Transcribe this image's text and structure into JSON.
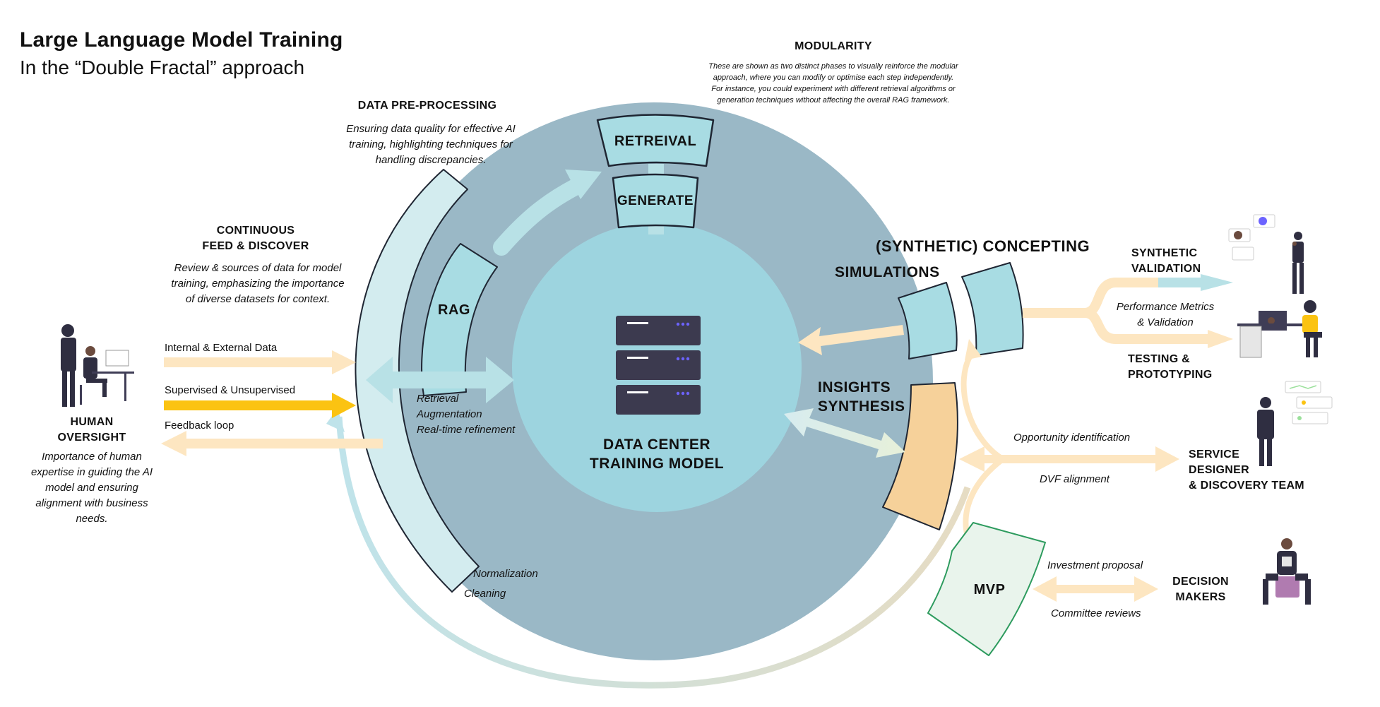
{
  "header": {
    "title": "Large Language Model Training",
    "subtitle": "In the “Double Fractal” approach"
  },
  "modularity": {
    "heading": "MODULARITY",
    "text_lines": [
      "These are shown as two distinct phases to visually reinforce the modular",
      "approach, where you can modify or optimise each step independently.",
      "For instance, you could experiment with different retrieval algorithms or",
      "generation techniques without affecting the overall RAG framework."
    ]
  },
  "preprocessing": {
    "heading": "DATA PRE-PROCESSING",
    "text_lines": [
      "Ensuring data quality for effective AI",
      "training, highlighting techniques for",
      "handling discrepancies."
    ],
    "steps": [
      "Normalization",
      "Cleaning"
    ]
  },
  "continuous": {
    "heading_lines": [
      "CONTINUOUS",
      "FEED & DISCOVER"
    ],
    "text_lines": [
      "Review & sources of data for model",
      "training, emphasizing the importance",
      "of diverse datasets for context."
    ],
    "inputs": [
      "Internal & External Data",
      "Supervised & Unsupervised",
      "Feedback loop"
    ]
  },
  "human_oversight": {
    "heading_lines": [
      "HUMAN",
      "OVERSIGHT"
    ],
    "text_lines": [
      "Importance of human",
      "expertise in guiding the AI",
      "model and ensuring",
      "alignment with business",
      "needs."
    ]
  },
  "core": {
    "retrieval": "RETREIVAL",
    "generate": "GENERATE",
    "rag": "RAG",
    "rag_steps": [
      "Retrieval",
      "Augmentation",
      "Real-time refinement"
    ],
    "center_lines": [
      "DATA CENTER",
      "TRAINING MODEL"
    ]
  },
  "concepting": {
    "heading": "(SYNTHETIC) CONCEPTING",
    "simulations": "SIMULATIONS",
    "insights_lines": [
      "INSIGHTS",
      "SYNTHESIS"
    ]
  },
  "validation": {
    "synthetic_lines": [
      "SYNTHETIC",
      "VALIDATION"
    ],
    "metrics_lines": [
      "Performance Metrics",
      "& Validation"
    ],
    "testing_lines": [
      "TESTING &",
      "PROTOTYPING"
    ]
  },
  "service": {
    "top_label": "Opportunity identification",
    "bottom_label": "DVF alignment",
    "heading_lines": [
      "SERVICE",
      "DESIGNER",
      "& DISCOVERY TEAM"
    ]
  },
  "mvp": {
    "label": "MVP",
    "top_label": "Investment proposal",
    "bottom_label": "Committee reviews",
    "heading_lines": [
      "DECISION",
      "MAKERS"
    ]
  },
  "colors": {
    "outer_circle": "#9ab8c6",
    "inner_circle": "#9dd4df",
    "light_blue_box": "#a8dce3",
    "pale_blue_band": "#d3ecef",
    "cream_arrow": "#fde6c1",
    "yellow_arrow": "#fbc312",
    "orange_box": "#f6d19a",
    "mvp_fill": "#e9f4ec",
    "mvp_stroke": "#2d9b5e",
    "server_dark": "#3c3a4f",
    "server_dot": "#6c63ff",
    "outline": "#1f2633"
  },
  "icons": [
    "server-icon",
    "people-at-desk-illustration",
    "chat-people-illustration",
    "person-at-desk-illustration",
    "person-with-charts-illustration",
    "seated-person-illustration"
  ]
}
